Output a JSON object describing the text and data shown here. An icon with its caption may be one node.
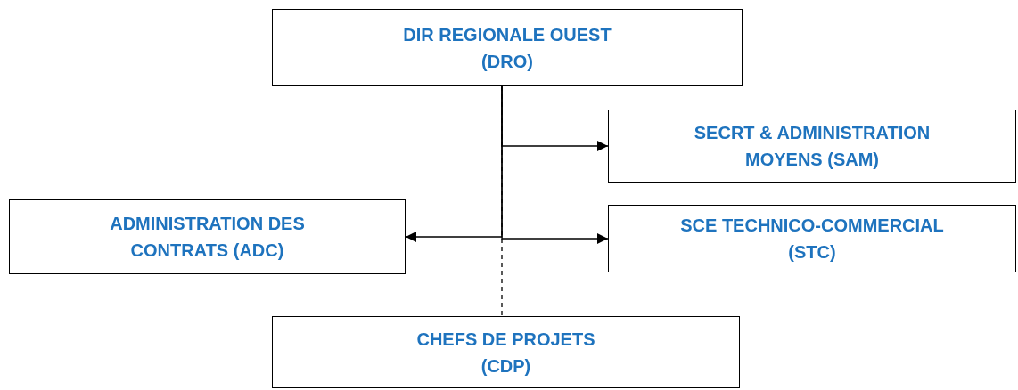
{
  "diagram": {
    "nodes": [
      {
        "text": [
          "DIR REGIONALE OUEST",
          "(DRO)"
        ]
      },
      {
        "text": [
          "SECRT & ADMINISTRATION MOYENS (SAM)"
        ]
      },
      {
        "text": [
          "ADMINISTRATION DES CONTRATS (ADC)"
        ]
      },
      {
        "text": [
          "SCE TECHNICO-COMMERCIAL",
          "(STC)"
        ]
      },
      {
        "text": [
          "CHEFS DE PROJETS",
          "(CDP)"
        ]
      }
    ],
    "edges": [
      {
        "from": 0,
        "to": 1,
        "arrow": "to"
      },
      {
        "from": 0,
        "to": 2,
        "arrow": "to"
      },
      {
        "from": 0,
        "to": 3,
        "arrow": "to"
      },
      {
        "from": 0,
        "to": 4,
        "arrow": "none",
        "style": "dashed"
      }
    ]
  }
}
